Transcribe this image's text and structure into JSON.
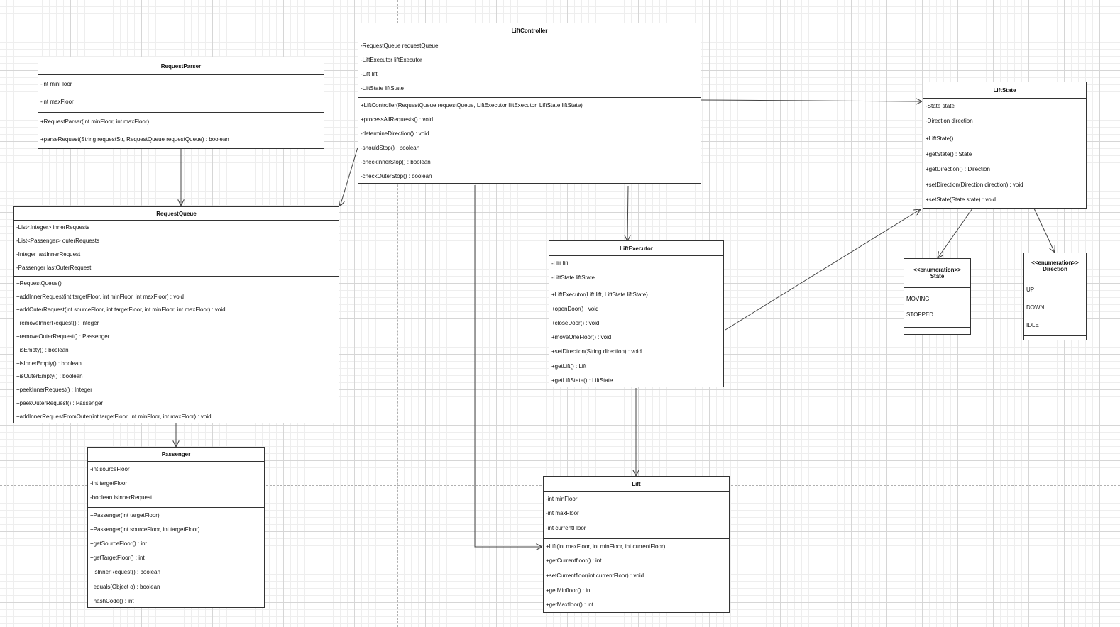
{
  "diagram": {
    "classes": {
      "request_parser": {
        "name": "RequestParser",
        "attributes": [
          "-int minFloor",
          "-int maxFloor"
        ],
        "methods": [
          "+RequestParser(int minFloor, int maxFloor)",
          "+parseRequest(String requestStr, RequestQueue requestQueue) : boolean"
        ]
      },
      "lift_controller": {
        "name": "LiftController",
        "attributes": [
          "-RequestQueue requestQueue",
          "-LiftExecutor liftExecutor",
          "-Lift lift",
          "-LiftState liftState"
        ],
        "methods": [
          "+LiftController(RequestQueue requestQueue, LiftExecutor liftExecutor, LiftState liftState)",
          "+processAllRequests() : void",
          "-determineDirection() : void",
          "-shouldStop() : boolean",
          "-checkInnerStop() : boolean",
          "-checkOuterStop() : boolean"
        ]
      },
      "lift_state": {
        "name": "LiftState",
        "attributes": [
          "-State state",
          "-Direction direction"
        ],
        "methods": [
          "+LiftState()",
          "+getState() : State",
          "+getDirection() : Direction",
          "+setDirection(Direction direction) : void",
          "+setState(State state) : void"
        ]
      },
      "request_queue": {
        "name": "RequestQueue",
        "attributes": [
          "-List<Integer> innerRequests",
          "-List<Passenger> outerRequests",
          "-Integer lastInnerRequest",
          "-Passenger lastOuterRequest"
        ],
        "methods": [
          "+RequestQueue()",
          "+addInnerRequest(int targetFloor, int minFloor, int maxFloor) : void",
          "+addOuterRequest(int sourceFloor, int targetFloor, int minFloor, int maxFloor) : void",
          "+removeInnerRequest() : Integer",
          "+removeOuterRequest() : Passenger",
          "+isEmpty() : boolean",
          "+isInnerEmpty() : boolean",
          "+isOuterEmpty() : boolean",
          "+peekInnerRequest() : Integer",
          "+peekOuterRequest() : Passenger",
          "+addInnerRequestFromOuter(int targetFloor, int minFloor, int maxFloor) : void"
        ]
      },
      "lift_executor": {
        "name": "LiftExecutor",
        "attributes": [
          "-Lift lift",
          "-LiftState liftState"
        ],
        "methods": [
          "+LiftExecutor(Lift lift, LiftState liftState)",
          "+openDoor() : void",
          "+closeDoor() : void",
          "+moveOneFloor() : void",
          "+setDirection(String direction) : void",
          "+getLift() : Lift",
          "+getLiftState() : LiftState"
        ]
      },
      "passenger": {
        "name": "Passenger",
        "attributes": [
          "-int sourceFloor",
          "-int targetFloor",
          "-boolean isInnerRequest"
        ],
        "methods": [
          "+Passenger(int targetFloor)",
          "+Passenger(int sourceFloor, int targetFloor)",
          "+getSourceFloor() : int",
          "+getTargetFloor() : int",
          "+isInnerRequest() : boolean",
          "+equals(Object o) : boolean",
          "+hashCode() : int"
        ]
      },
      "lift": {
        "name": "Lift",
        "attributes": [
          "-int minFloor",
          "-int maxFloor",
          "-int currentFloor"
        ],
        "methods": [
          "+Lift(int maxFloor, int minFloor, int currentFloor)",
          "+getCurrentfloor() : int",
          "+setCurrentfloor(int currentFloor) : void",
          "+getMinfloor() : int",
          "+getMaxfloor() : int"
        ]
      }
    },
    "enums": {
      "state": {
        "stereotype": "<<enumeration>>",
        "name": "State",
        "values": [
          "MOVING",
          "STOPPED"
        ]
      },
      "direction": {
        "stereotype": "<<enumeration>>",
        "name": "Direction",
        "values": [
          "UP",
          "DOWN",
          "IDLE"
        ]
      }
    },
    "associations": [
      {
        "from": "RequestParser",
        "to": "RequestQueue"
      },
      {
        "from": "LiftController",
        "to": "RequestQueue"
      },
      {
        "from": "LiftController",
        "to": "LiftState"
      },
      {
        "from": "LiftController",
        "to": "LiftExecutor"
      },
      {
        "from": "LiftController",
        "to": "Lift"
      },
      {
        "from": "LiftExecutor",
        "to": "LiftState"
      },
      {
        "from": "LiftExecutor",
        "to": "Lift"
      },
      {
        "from": "RequestQueue",
        "to": "Passenger"
      },
      {
        "from": "LiftState",
        "to": "State"
      },
      {
        "from": "LiftState",
        "to": "Direction"
      }
    ],
    "colors": {
      "grid_major": "#d6d6d6",
      "grid_minor": "#eeeeee",
      "border": "#333333",
      "edge": "#444444"
    }
  }
}
